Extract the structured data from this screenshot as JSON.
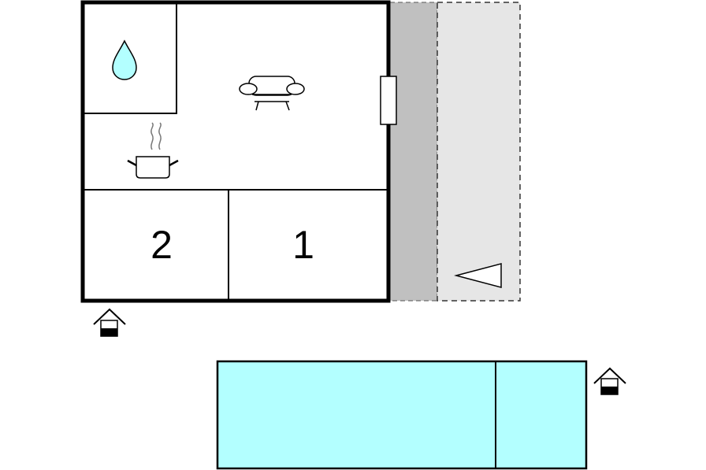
{
  "floorplan": {
    "rooms": [
      {
        "id": "bedroom-2",
        "number": "2"
      },
      {
        "id": "bedroom-1",
        "number": "1"
      },
      {
        "id": "bathroom",
        "icon": "water-drop-icon"
      },
      {
        "id": "living-room",
        "icon": "sofa-icon"
      },
      {
        "id": "kitchen",
        "icon": "cooking-pot-icon"
      }
    ],
    "terrace": {
      "covered": true,
      "icon": "direction-triangle-icon"
    },
    "pool": {
      "sections": 2
    },
    "icons": [
      "house-entrance-icon",
      "house-entrance-icon"
    ],
    "colors": {
      "wall": "#000000",
      "pool": "#b3ffff",
      "water_drop": "#b3ffff",
      "terrace_covered": "#c0c0c0",
      "terrace_open": "#e6e6e6"
    }
  }
}
